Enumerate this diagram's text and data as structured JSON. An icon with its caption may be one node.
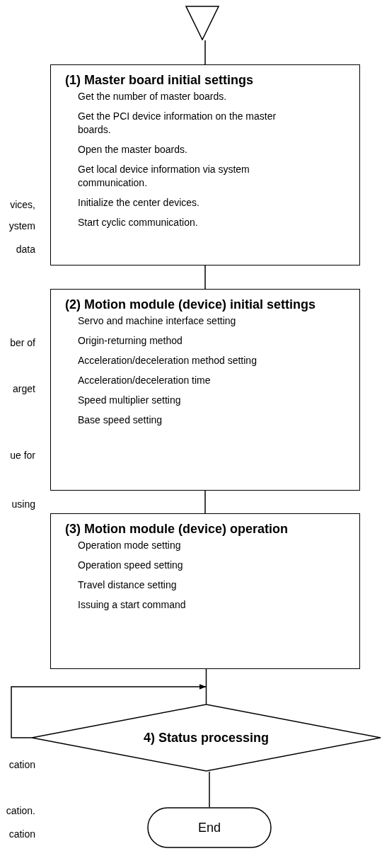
{
  "diagram": {
    "nodes": [
      {
        "text": [],
        "shape": "triangle"
      },
      {
        "text": [
          "(1) Master board initial settings",
          "Get the number of master boards.",
          "Get the PCI device information on the master boards.",
          "Open the master boards.",
          "Get local device information via system communication.",
          "Initialize the center devices.",
          "Start cyclic communication."
        ]
      },
      {
        "text": [
          "(2) Motion module (device) initial settings",
          "Servo and machine interface setting",
          "Origin-returning method",
          "Acceleration/deceleration method setting",
          "Acceleration/deceleration time",
          "Speed multiplier setting",
          "Base speed setting"
        ]
      },
      {
        "text": [
          "(3) Motion module (device) operation",
          "Operation mode setting",
          "Operation speed setting",
          "Travel distance setting",
          "Issuing a start command"
        ]
      },
      {
        "text": [
          "4) Status processing"
        ]
      },
      {
        "text": [
          "End"
        ]
      }
    ],
    "edges": [
      {
        "from": 0,
        "to": 1,
        "arrow": "none"
      },
      {
        "from": 1,
        "to": 2,
        "arrow": "none"
      },
      {
        "from": 2,
        "to": 3,
        "arrow": "none"
      },
      {
        "from": 3,
        "to": 4,
        "arrow": "none"
      },
      {
        "from": 4,
        "to": 4,
        "arrow": "to"
      },
      {
        "from": 4,
        "to": 5,
        "arrow": "none"
      }
    ],
    "labels": [
      "vices,",
      "ystem",
      "data",
      "ber of",
      "arget",
      "ue for",
      "using",
      "cation",
      "cation.",
      "cation"
    ]
  }
}
